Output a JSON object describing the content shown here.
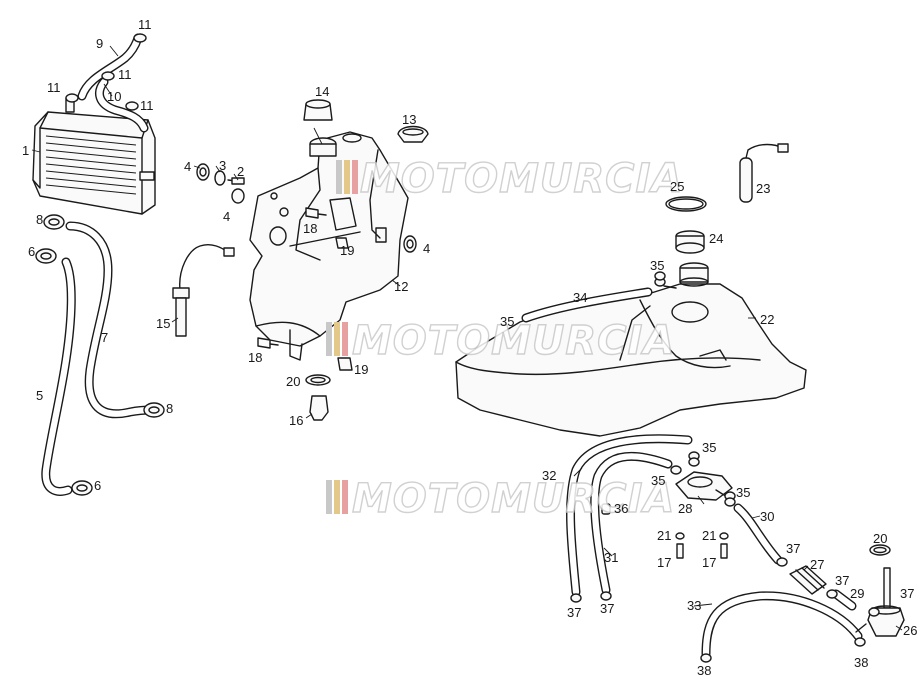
{
  "watermark": {
    "text": "MOTOMURCIA"
  },
  "labels": {
    "l1": "1",
    "l2": "2",
    "l3": "3",
    "l4a": "4",
    "l4b": "4",
    "l4c": "4",
    "l5": "5",
    "l6a": "6",
    "l6b": "6",
    "l7": "7",
    "l8a": "8",
    "l8b": "8",
    "l9": "9",
    "l10": "10",
    "l11a": "11",
    "l11b": "11",
    "l11c": "11",
    "l11d": "11",
    "l12": "12",
    "l13": "13",
    "l14": "14",
    "l15": "15",
    "l16": "16",
    "l17a": "17",
    "l17b": "17",
    "l18a": "18",
    "l18b": "18",
    "l19a": "19",
    "l19b": "19",
    "l20a": "20",
    "l20b": "20",
    "l21a": "21",
    "l21b": "21",
    "l22": "22",
    "l23": "23",
    "l24": "24",
    "l25": "25",
    "l26": "26",
    "l27": "27",
    "l28": "28",
    "l29": "29",
    "l30": "30",
    "l31": "31",
    "l32": "32",
    "l33": "33",
    "l34": "34",
    "l35a": "35",
    "l35b": "35",
    "l35c": "35",
    "l35d": "35",
    "l35e": "35",
    "l36": "36",
    "l37a": "37",
    "l37b": "37",
    "l37c": "37",
    "l37d": "37",
    "l37e": "37",
    "l38a": "38",
    "l38b": "38"
  },
  "colors": {
    "line": "#1a1a1a",
    "background": "#ffffff",
    "watermark_stripe_1": "#c8c8c8",
    "watermark_stripe_2": "#e3c88a",
    "watermark_stripe_3": "#e7a1a1"
  }
}
